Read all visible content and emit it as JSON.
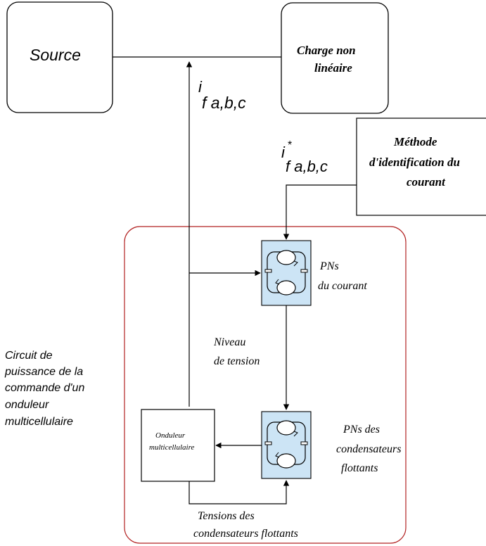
{
  "colors": {
    "stroke": "#000000",
    "red_label": "#d62828",
    "red_frame": "#b22222",
    "petri_fill": "#cce4f5"
  },
  "source": {
    "label": "Source"
  },
  "load": {
    "line1": "Charge non",
    "line2": "linéaire"
  },
  "method": {
    "line1": "Méthode",
    "line2": "d'identification du",
    "line3": "courant"
  },
  "signals": {
    "if_main": "i",
    "if_sub": "f a,b,c",
    "ifref_main": "i",
    "ifref_star": "*",
    "ifref_sub": "f a,b,c"
  },
  "current_pn": {
    "line1": "PNs",
    "line2": "du courant"
  },
  "voltage_level": {
    "line1": "Niveau",
    "line2": "de tension"
  },
  "capacitor_pn": {
    "line1": "PNs des",
    "line2": "condensateurs",
    "line3": "flottants"
  },
  "inverter": {
    "line1": "Onduleur",
    "line2": "multicellulaire"
  },
  "feedback": {
    "line1": "Tensions des",
    "line2": "condensateurs flottants"
  },
  "circuit_label": {
    "line1": "Circuit de",
    "line2": "puissance de la",
    "line3": "commande d'un",
    "line4": "onduleur",
    "line5": "multicellulaire"
  }
}
